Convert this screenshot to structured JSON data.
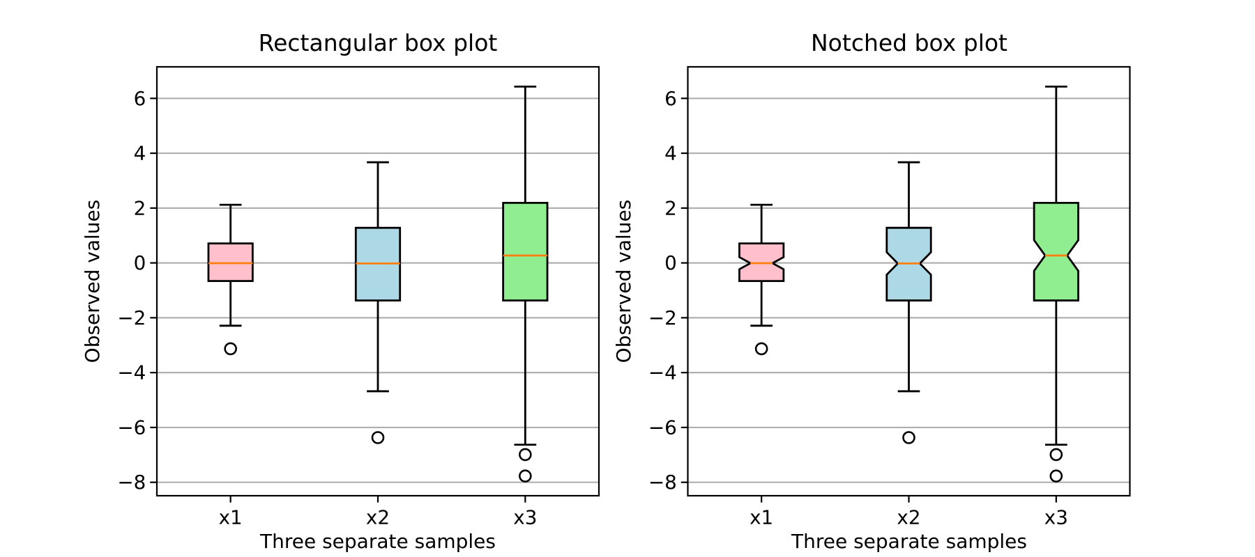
{
  "figure": {
    "background": "#ffffff",
    "frame_color": "#000000",
    "text_color": "#000000"
  },
  "chart_data": [
    {
      "type": "boxplot",
      "variant": "rectangular",
      "title": "Rectangular box plot",
      "xlabel": "Three separate samples",
      "ylabel": "Observed values",
      "categories": [
        "x1",
        "x2",
        "x3"
      ],
      "yticks": [
        -8,
        -6,
        -4,
        -2,
        0,
        2,
        4,
        6
      ],
      "ylim": [
        -8.49,
        7.15
      ],
      "grid": true,
      "grid_color": "#b0b0b0",
      "median_color": "#ff7f0e",
      "box_edge_color": "#000000",
      "series": [
        {
          "label": "x1",
          "color": "#ffc0cb",
          "whislo": -2.29,
          "q1": -0.66,
          "med": -0.01,
          "q3": 0.71,
          "whishi": 2.12,
          "fliers": [
            -3.13
          ]
        },
        {
          "label": "x2",
          "color": "#add8e6",
          "whislo": -4.68,
          "q1": -1.37,
          "med": -0.02,
          "q3": 1.28,
          "whishi": 3.67,
          "fliers": [
            -6.37
          ]
        },
        {
          "label": "x3",
          "color": "#90ee90",
          "whislo": -6.63,
          "q1": -1.37,
          "med": 0.27,
          "q3": 2.19,
          "whishi": 6.43,
          "fliers": [
            -6.99,
            -7.77
          ]
        }
      ]
    },
    {
      "type": "boxplot",
      "variant": "notched",
      "title": "Notched box plot",
      "xlabel": "Three separate samples",
      "ylabel": "Observed values",
      "categories": [
        "x1",
        "x2",
        "x3"
      ],
      "yticks": [
        -8,
        -6,
        -4,
        -2,
        0,
        2,
        4,
        6
      ],
      "ylim": [
        -8.49,
        7.15
      ],
      "grid": true,
      "grid_color": "#b0b0b0",
      "median_color": "#ff7f0e",
      "box_edge_color": "#000000",
      "series": [
        {
          "label": "x1",
          "color": "#ffc0cb",
          "whislo": -2.29,
          "q1": -0.66,
          "med": -0.01,
          "q3": 0.71,
          "whishi": 2.12,
          "fliers": [
            -3.13
          ],
          "notch_lo": -0.23,
          "notch_hi": 0.21
        },
        {
          "label": "x2",
          "color": "#add8e6",
          "whislo": -4.68,
          "q1": -1.37,
          "med": -0.02,
          "q3": 1.28,
          "whishi": 3.67,
          "fliers": [
            -6.37
          ],
          "notch_lo": -0.43,
          "notch_hi": 0.39
        },
        {
          "label": "x3",
          "color": "#90ee90",
          "whislo": -6.63,
          "q1": -1.37,
          "med": 0.27,
          "q3": 2.19,
          "whishi": 6.43,
          "fliers": [
            -6.99,
            -7.77
          ],
          "notch_lo": -0.29,
          "notch_hi": 0.83
        }
      ]
    }
  ]
}
